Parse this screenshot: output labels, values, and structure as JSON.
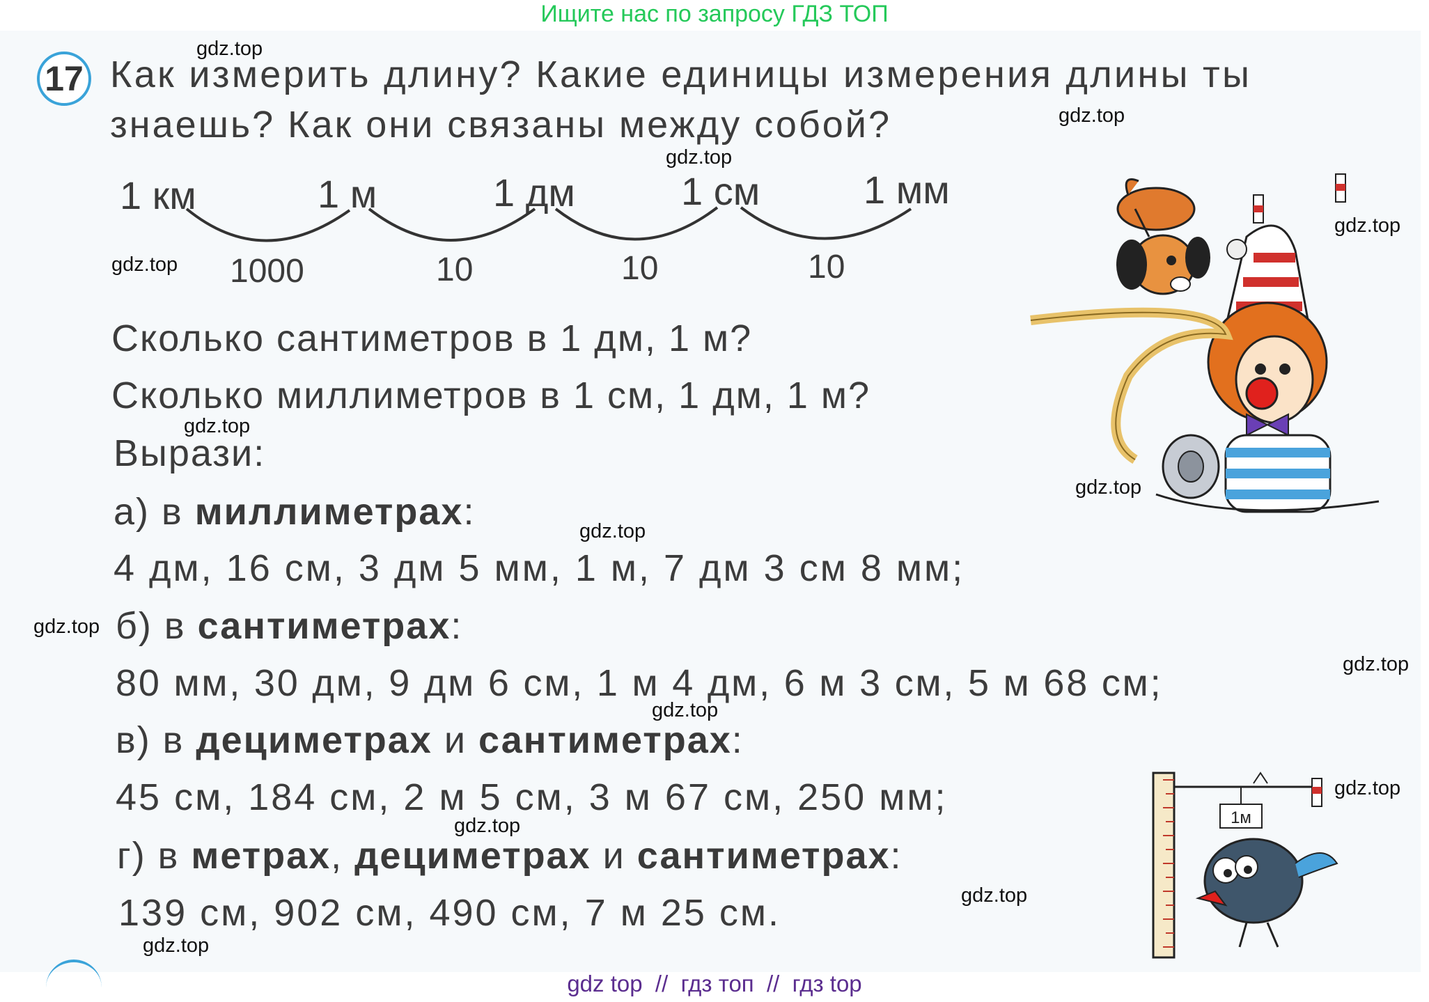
{
  "banner_top": "Ищите нас по запросу ГДЗ ТОП",
  "banner_bottom": "gdz top  //  гдз топ  //  гдз top",
  "watermark": "gdz.top",
  "task": {
    "number": "17",
    "question_line1": "Как измерить длину? Какие единицы измерения длины ты",
    "question_line2": "знаешь? Как они связаны между собой?"
  },
  "units": [
    "1 км",
    "1 м",
    "1 дм",
    "1 см",
    "1 мм"
  ],
  "factors": [
    "1000",
    "10",
    "10",
    "10"
  ],
  "q1": "Сколько сантиметров в 1 дм, 1 м?",
  "q2": "Сколько миллиметров в 1 см, 1 дм, 1 м?",
  "express": "Вырази:",
  "parts": {
    "a": {
      "prefix": "а) в ",
      "bold": "миллиметрах",
      "suffix": ":",
      "items": "4 дм, 16 см, 3 дм 5 мм, 1 м, 7 дм 3 см 8 мм;"
    },
    "b": {
      "prefix": "б) в ",
      "bold": "сантиметрах",
      "suffix": ":",
      "items": "80 мм, 30 дм, 9 дм 6 см, 1 м 4 дм, 6 м 3 см, 5 м 68 см;"
    },
    "v": {
      "prefix": "в) в ",
      "bold1": "дециметрах",
      "mid": " и ",
      "bold2": "сантиметрах",
      "suffix": ":",
      "items": "45 см, 184 см, 2 м 5 см, 3 м 67 см, 250 мм;"
    },
    "g": {
      "prefix": "г) в ",
      "bold1": "метрах",
      "mid1": ", ",
      "bold2": "дециметрах",
      "mid2": " и ",
      "bold3": "сантиметрах",
      "suffix": ":",
      "items": "139 см, 902 см, 490 см, 7 м 25 см."
    }
  },
  "sign_label": "1м",
  "colors": {
    "banner_green": "#25c95a",
    "banner_purple": "#5b2d8f",
    "circle_blue": "#3aa3d9"
  }
}
